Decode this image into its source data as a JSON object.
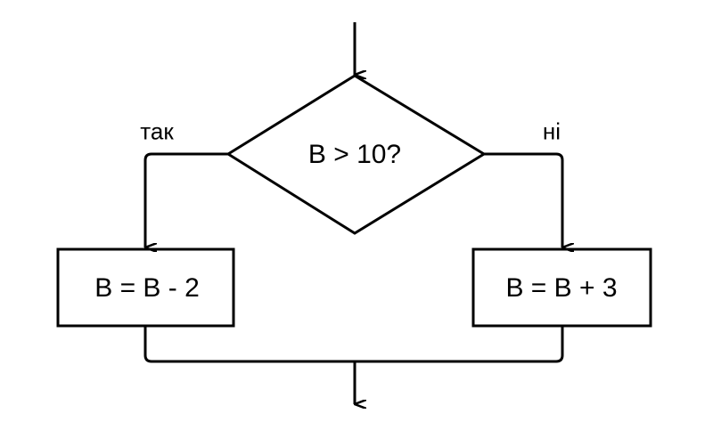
{
  "condition": "B > 10?",
  "yes_label": "так",
  "no_label": "ні",
  "yes_action": "B = B - 2",
  "no_action": "B = B + 3"
}
